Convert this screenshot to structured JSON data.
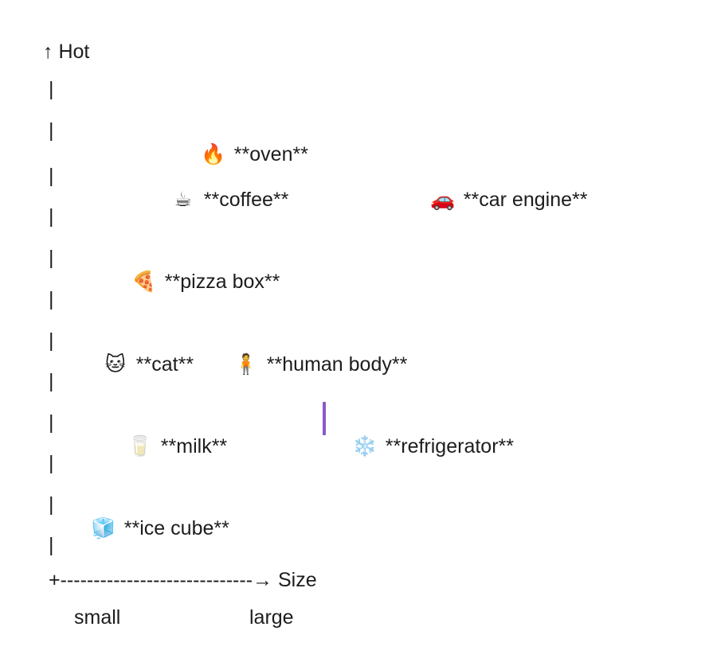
{
  "chart": {
    "y_axis_label": "↑ Hot",
    "y_axis_ticks": [
      "|",
      "|",
      "|",
      "|",
      "|",
      "|",
      "|",
      "|",
      "|",
      "|",
      "|",
      "|"
    ],
    "x_axis_line": "+-----------------------------→ Size",
    "x_small": "small",
    "x_large": "large",
    "items": [
      {
        "icon": "🔥",
        "icon_name": "fire-icon",
        "label": "**oven**"
      },
      {
        "icon": "☕",
        "icon_name": "coffee-icon",
        "label": "**coffee**"
      },
      {
        "icon": "🚗",
        "icon_name": "car-icon",
        "label": "**car engine**"
      },
      {
        "icon": "🍕",
        "icon_name": "pizza-icon",
        "label": "**pizza box**"
      },
      {
        "icon": "🐱",
        "icon_name": "cat-icon",
        "label": "**cat**"
      },
      {
        "icon": "🧍",
        "icon_name": "person-icon",
        "label": "**human body**"
      },
      {
        "icon": "🥛",
        "icon_name": "milk-icon",
        "label": "**milk**"
      },
      {
        "icon": "❄️",
        "icon_name": "snowflake-icon",
        "label": "**refrigerator**"
      },
      {
        "icon": "🧊",
        "icon_name": "ice-cube-icon",
        "label": "**ice cube**"
      }
    ]
  }
}
